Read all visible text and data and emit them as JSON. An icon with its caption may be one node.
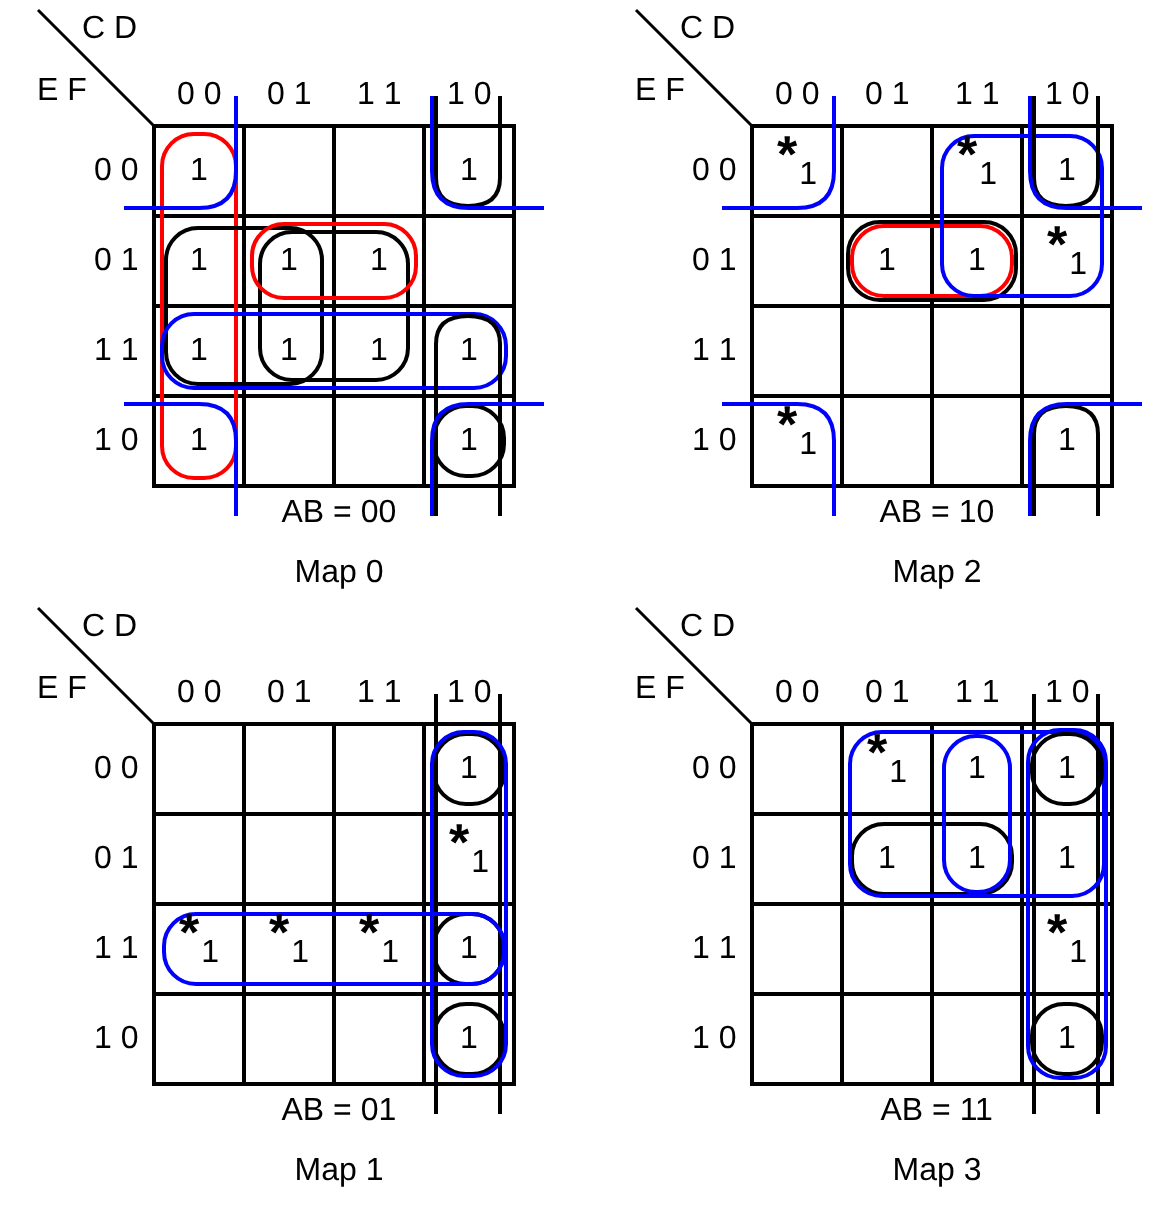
{
  "diagram": {
    "labels": [
      "C D",
      "E F",
      "0 0",
      "0 1",
      "1 1",
      "1 0",
      "0 0",
      "1",
      "1",
      "0 1",
      "1",
      "1",
      "1",
      "1 1",
      "1",
      "1",
      "1",
      "1",
      "1 0",
      "1",
      "1",
      "AB = 00",
      "Map 0",
      "C D",
      "E F",
      "0 0",
      "0 1",
      "1 1",
      "1 0",
      "0 0",
      "$^{*}$1",
      "$^{*}$1",
      "1",
      "0 1",
      "1",
      "1",
      "$^{*}$1",
      "1 1",
      "1 0",
      "$^{*}$1",
      "1",
      "AB = 10",
      "Map 2",
      "C D",
      "E F",
      "0 0",
      "0 1",
      "1 1",
      "1 0",
      "0 0",
      "1",
      "0 1",
      "$^{*}$1",
      "1 1",
      "$^{*}$1",
      "$^{*}$1",
      "$^{*}$1",
      "1",
      "1 0",
      "1",
      "AB = 01",
      "Map 1",
      "C D",
      "E F",
      "0 0",
      "0 1",
      "1 1",
      "1 0",
      "0 0",
      "$^{*}$1",
      "1",
      "1",
      "0 1",
      "1",
      "1",
      "1",
      "1 1",
      "$^{*}$1",
      "1 0",
      "1",
      "AB = 11",
      "Map 3"
    ]
  }
}
